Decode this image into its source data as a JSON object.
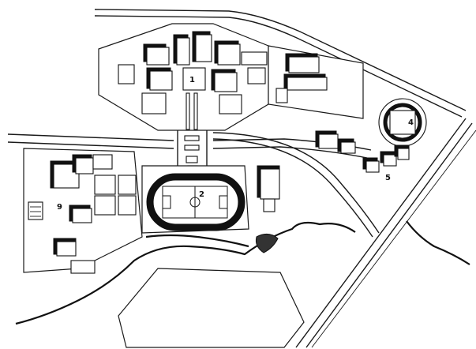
{
  "labels": {
    "main_building": "1",
    "stadium": "2",
    "circular_building": "4",
    "east_complex": "5",
    "west_complex": "9"
  }
}
